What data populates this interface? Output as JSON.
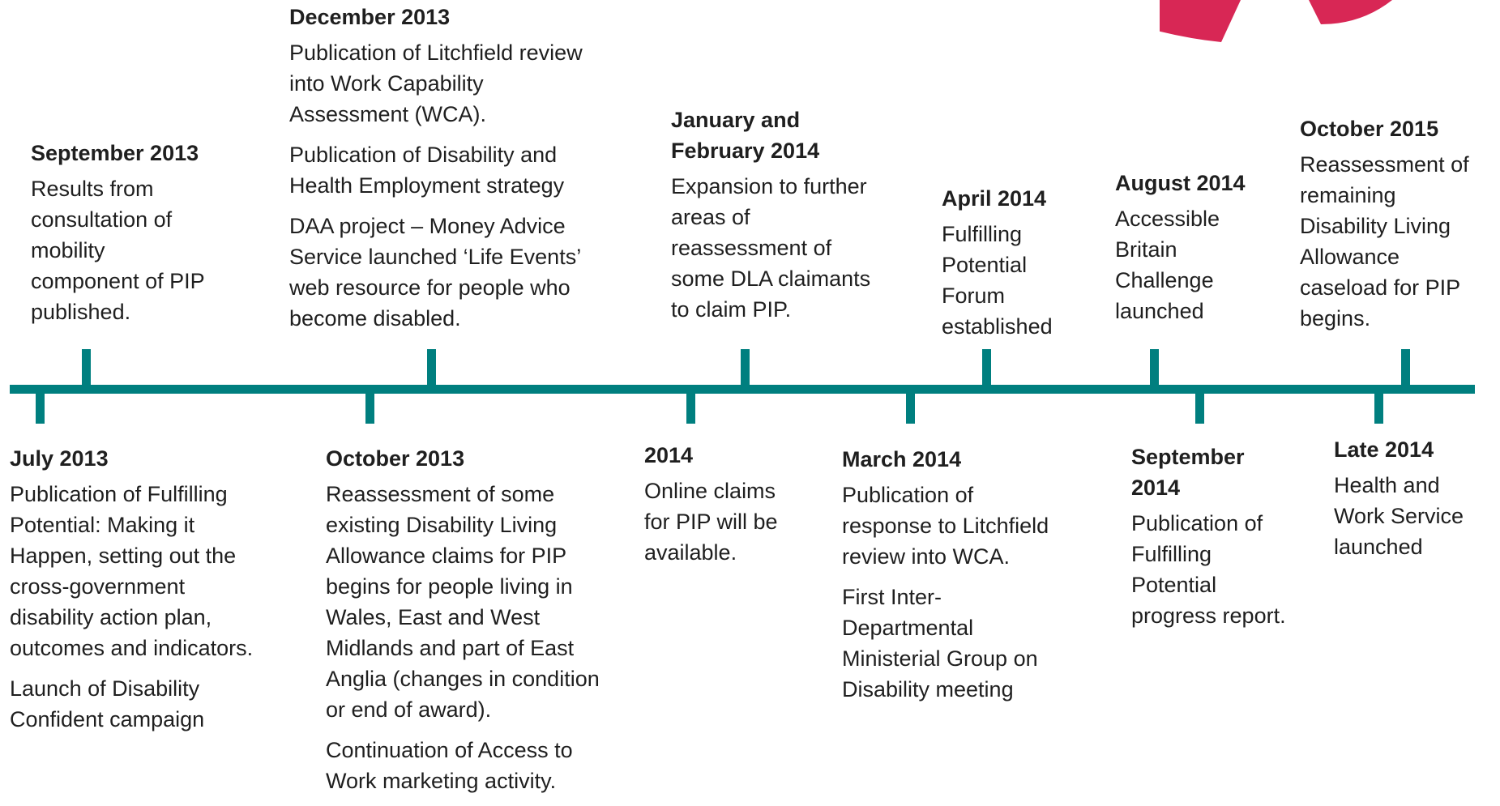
{
  "accent_color": "#007f7f",
  "decoration_color": "#d82755",
  "events_above": [
    {
      "date": "September 2013",
      "items": [
        "Results from\nconsultation of\nmobility\ncomponent of PIP\npublished."
      ]
    },
    {
      "date": "December 2013",
      "items": [
        "Publication of Litchfield review\ninto Work Capability\nAssessment (WCA).",
        "Publication of Disability and\nHealth Employment strategy",
        "DAA project – Money Advice\nService launched ‘Life Events’\nweb resource for people who\nbecome disabled."
      ]
    },
    {
      "date": "January and\nFebruary 2014",
      "items": [
        "Expansion to further\nareas of\nreassessment of\nsome DLA claimants\nto claim PIP."
      ]
    },
    {
      "date": "April 2014",
      "items": [
        "Fulfilling\nPotential\nForum\nestablished"
      ]
    },
    {
      "date": "August 2014",
      "items": [
        "Accessible\nBritain\nChallenge\nlaunched"
      ]
    },
    {
      "date": "October 2015",
      "items": [
        "Reassessment of\nremaining\nDisability Living\nAllowance\ncaseload for PIP\nbegins."
      ]
    }
  ],
  "events_below": [
    {
      "date": "July 2013",
      "items": [
        "Publication of Fulfilling\nPotential: Making it\nHappen, setting out the\ncross-government\ndisability action plan,\noutcomes and indicators.",
        "Launch of Disability\nConfident campaign"
      ]
    },
    {
      "date": "October 2013",
      "items": [
        "Reassessment of some\nexisting Disability Living\nAllowance claims for PIP\nbegins for people living in\nWales, East and West\nMidlands and part of East\nAnglia (changes in condition\nor end of award).",
        "Continuation of Access to\nWork marketing activity."
      ]
    },
    {
      "date": "2014",
      "items": [
        "Online claims\nfor PIP will be\navailable."
      ]
    },
    {
      "date": "March 2014",
      "items": [
        "Publication of\nresponse to Litchfield\nreview into WCA.",
        "First Inter-\nDepartmental\nMinisterial Group on\nDisability meeting"
      ]
    },
    {
      "date": "September\n2014",
      "items": [
        "Publication of\nFulfilling\nPotential\nprogress report."
      ]
    },
    {
      "date": "Late 2014",
      "items": [
        "Health and\nWork Service\nlaunched"
      ]
    }
  ]
}
